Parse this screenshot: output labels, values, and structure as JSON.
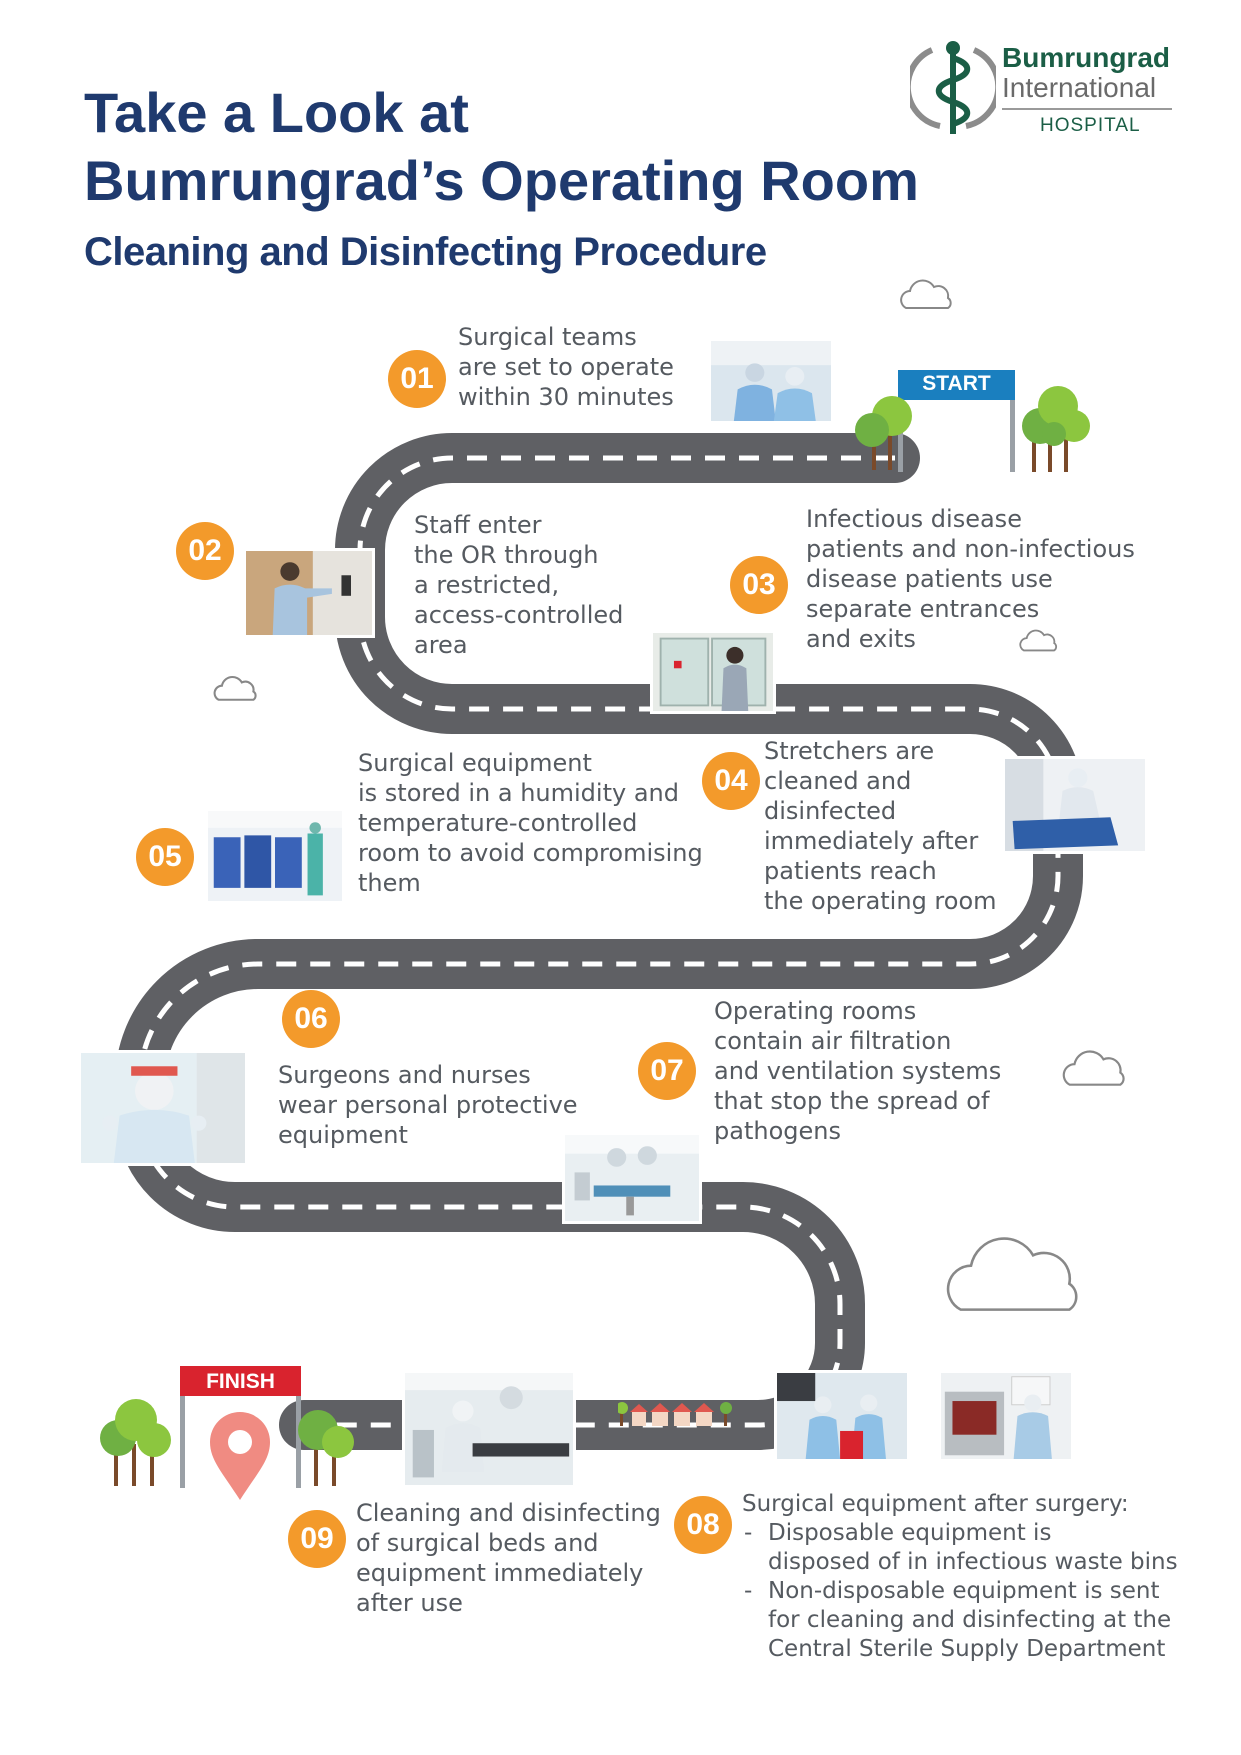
{
  "header": {
    "title_line1": "Take a Look at",
    "title_line2": "Bumrungrad’s Operating Room",
    "subtitle": "Cleaning  and Disinfecting Procedure"
  },
  "logo": {
    "name": "Bumrungrad",
    "sub": "International",
    "hospital": "HOSPITAL",
    "icon": "caduceus-icon"
  },
  "signs": {
    "start": "START",
    "finish": "FINISH"
  },
  "steps": [
    {
      "num": "01",
      "lines": [
        "Surgical teams",
        "are set to operate",
        "within 30 minutes"
      ]
    },
    {
      "num": "02",
      "lines": [
        "Staff enter",
        "the OR through",
        "a restricted,",
        "access-controlled",
        "area"
      ]
    },
    {
      "num": "03",
      "lines": [
        "Infectious disease",
        "patients and non-infectious",
        "disease patients use",
        "separate entrances",
        "and exits"
      ]
    },
    {
      "num": "04",
      "lines": [
        "Stretchers are",
        "cleaned and",
        "disinfected",
        "immediately after",
        "patients reach",
        "the operating room"
      ]
    },
    {
      "num": "05",
      "lines": [
        "Surgical equipment",
        "is stored in a humidity and",
        "temperature-controlled",
        "room to avoid compromising",
        "them"
      ]
    },
    {
      "num": "06",
      "lines": [
        "Surgeons and nurses",
        "wear personal protective",
        "equipment"
      ]
    },
    {
      "num": "07",
      "lines": [
        "Operating rooms",
        "contain air filtration",
        "and ventilation systems",
        "that stop the spread of",
        "pathogens"
      ]
    },
    {
      "num": "08",
      "lead": "Surgical equipment after surgery:",
      "items": [
        "Disposable equipment is\ndisposed of in infectious waste bins",
        "Non-disposable equipment is sent\nfor cleaning and disinfecting at the\nCentral Sterile Supply Department"
      ]
    },
    {
      "num": "09",
      "lines": [
        "Cleaning and disinfecting",
        "of surgical beds and",
        "equipment immediately",
        "after use"
      ]
    }
  ],
  "colors": {
    "navy": "#1f3a6e",
    "orange": "#f39a2b",
    "road": "#5f6064",
    "text": "#555a60",
    "sign_blue": "#1a7fbf",
    "sign_red": "#d9232e",
    "logo_green": "#1b5e46"
  }
}
